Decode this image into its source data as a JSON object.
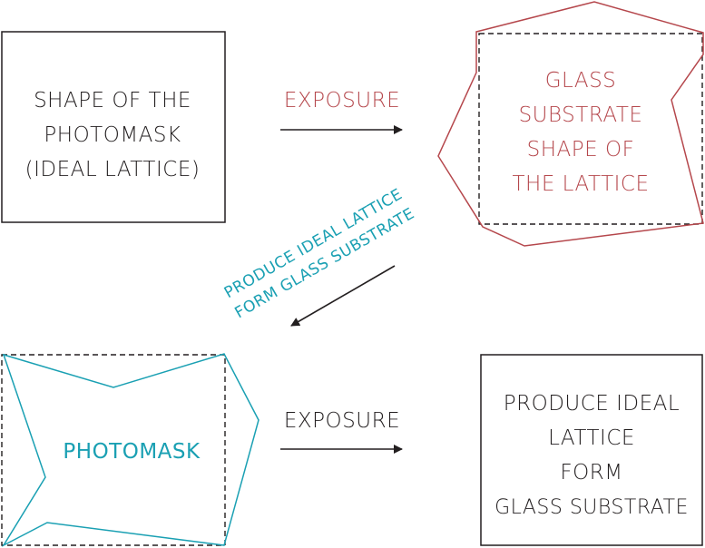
{
  "colors": {
    "dark": "#231f20",
    "red": "#b5474c",
    "teal": "#1aa0b3"
  },
  "boxes": {
    "photomask_shape": {
      "lines": [
        "SHAPE OF THE",
        "PHOTOMASK",
        "(IDEAL LATTICE)"
      ]
    },
    "glass_substrate": {
      "lines": [
        "GLASS",
        "SUBSTRATE",
        "SHAPE OF",
        "THE LATTICE"
      ]
    },
    "photomask": {
      "lines": [
        "PHOTOMASK"
      ]
    },
    "result": {
      "lines": [
        "PRODUCE IDEAL",
        "LATTICE",
        "FORM",
        "GLASS SUBSTRATE"
      ]
    }
  },
  "arrows": {
    "top": {
      "label": "EXPOSURE"
    },
    "diagonal": {
      "lines": [
        "PRODUCE IDEAL LATTICE",
        "FORM GLASS SUBSTRATE"
      ]
    },
    "bottom": {
      "label": "EXPOSURE"
    }
  }
}
